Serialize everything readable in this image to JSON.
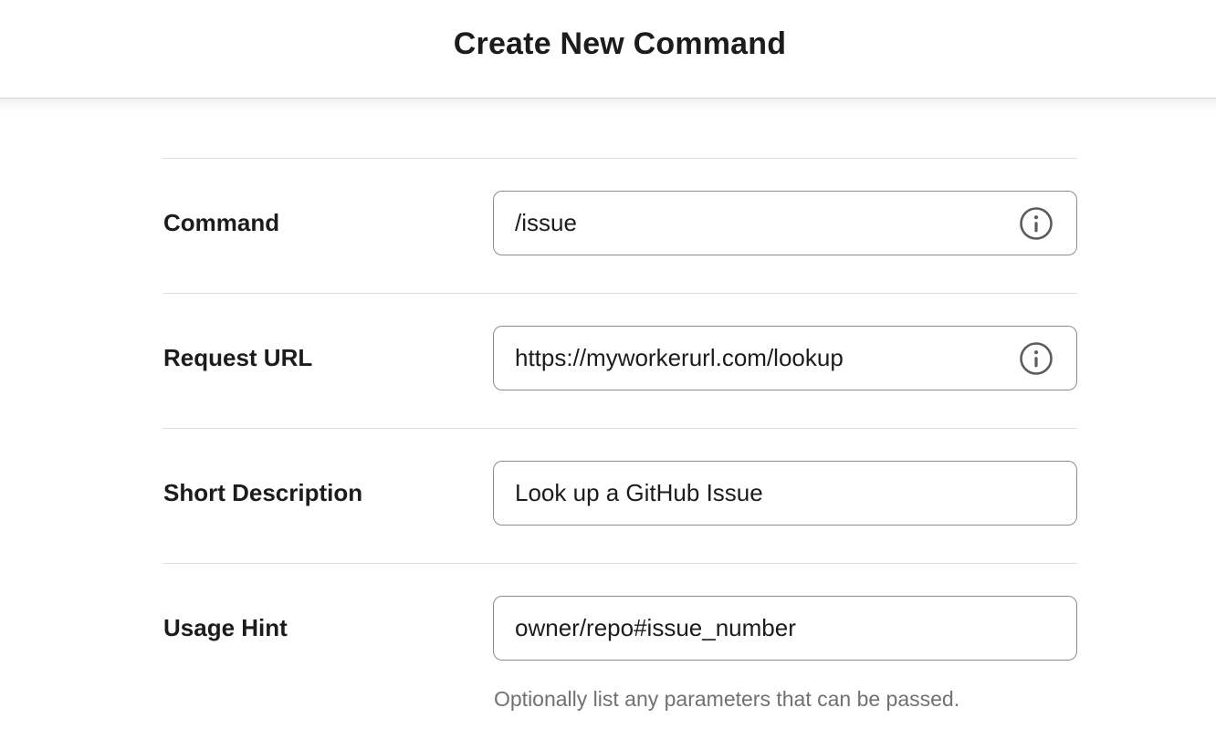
{
  "header": {
    "title": "Create New Command"
  },
  "form": {
    "fields": [
      {
        "label": "Command",
        "value": "/issue",
        "icon": "info-icon"
      },
      {
        "label": "Request URL",
        "value": "https://myworkerurl.com/lookup",
        "icon": "info-icon"
      },
      {
        "label": "Short Description",
        "value": "Look up a GitHub Issue",
        "icon": null
      },
      {
        "label": "Usage Hint",
        "value": "owner/repo#issue_number",
        "icon": null,
        "helper": "Optionally list any parameters that can be passed."
      }
    ]
  },
  "colors": {
    "text": "#1d1c1d",
    "input-border": "#8d8d8d",
    "divider": "#dedede",
    "helper-text": "#717171",
    "icon": "#5c5c5c",
    "header-border": "#e3e3e3"
  }
}
